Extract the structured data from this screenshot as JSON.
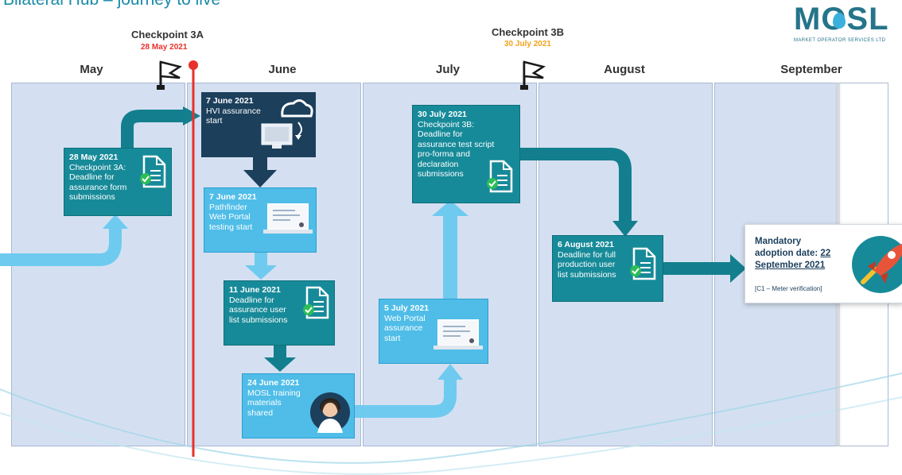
{
  "header": {
    "title": "Bilateral Hub – journey to live"
  },
  "logo": {
    "text": "MOSL",
    "subtitle": "MARKET OPERATOR SERVICES LTD"
  },
  "months": [
    "May",
    "June",
    "July",
    "August",
    "September"
  ],
  "checkpoints": {
    "cp3a": {
      "label": "Checkpoint 3A",
      "date": "28 May 2021",
      "date_color": "#e8312a"
    },
    "cp3b": {
      "label": "Checkpoint 3B",
      "date": "30 July 2021",
      "date_color": "#f2a31b"
    }
  },
  "milestones": {
    "m1": {
      "date": "28 May 2021",
      "lines": [
        "Checkpoint 3A:",
        "Deadline for",
        "assurance form",
        "submissions"
      ]
    },
    "m2": {
      "date": "7 June 2021",
      "lines": [
        "HVI assurance",
        "start"
      ]
    },
    "m3": {
      "date": "7 June 2021",
      "lines": [
        "Pathfinder",
        "Web Portal",
        "testing start"
      ]
    },
    "m4": {
      "date": "11 June 2021",
      "lines": [
        "Deadline for",
        "assurance user",
        "list submissions"
      ]
    },
    "m5": {
      "date": "24 June 2021",
      "lines": [
        "MOSL training",
        "materials",
        "shared"
      ]
    },
    "m6": {
      "date": "5 July 2021",
      "lines": [
        "Web Portal",
        "assurance",
        "start"
      ]
    },
    "m7": {
      "date": "30 July 2021",
      "lines": [
        "Checkpoint 3B:",
        "Deadline for",
        "assurance test script",
        "pro-forma and",
        "declaration",
        "submissions"
      ]
    },
    "m8": {
      "date": "6 August 2021",
      "lines": [
        "Deadline for full",
        "production user",
        "list submissions"
      ]
    }
  },
  "final": {
    "line1": "Mandatory",
    "line2": "adoption date: ",
    "line2_u": "22",
    "line3_u": "September 2021",
    "note": "[C1 – Meter verification]"
  },
  "colors": {
    "dark_teal": "#178a99",
    "navy": "#1c3f5c",
    "light_blue": "#4fbde8",
    "arrow_light": "#6fcaf0",
    "arrow_dark": "#137f8e",
    "red_line": "#e8312a"
  }
}
